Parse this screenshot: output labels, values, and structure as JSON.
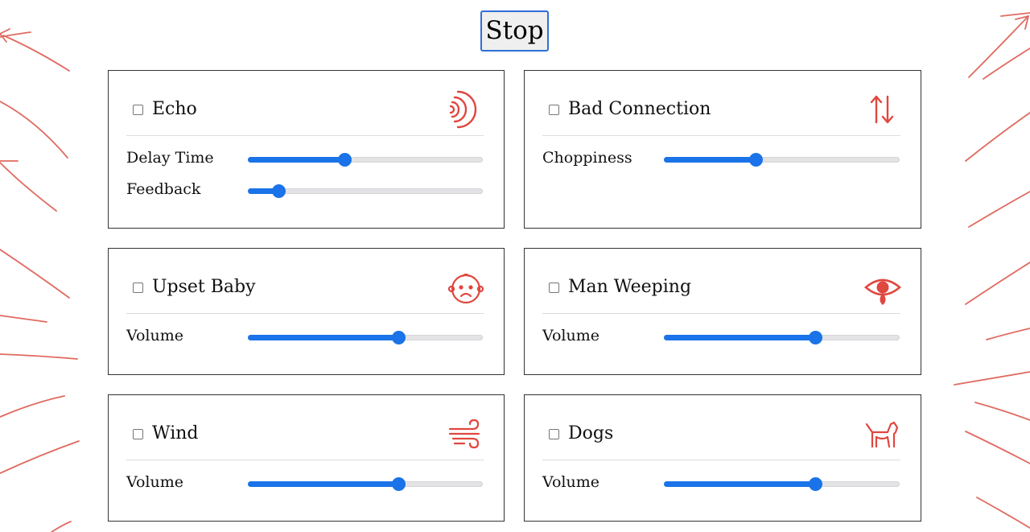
{
  "stop_button": {
    "label": "Stop"
  },
  "colors": {
    "accent": "#1a73e8",
    "icon": "#e0473f",
    "doodle": "#e06a60"
  },
  "cards": [
    {
      "title": "Echo",
      "icon": "echo-waves-icon",
      "checked": false,
      "controls": [
        {
          "label": "Delay Time",
          "value": 0.41
        },
        {
          "label": "Feedback",
          "value": 0.13
        }
      ]
    },
    {
      "title": "Bad Connection",
      "icon": "up-down-arrows-icon",
      "checked": false,
      "controls": [
        {
          "label": "Choppiness",
          "value": 0.39
        }
      ]
    },
    {
      "title": "Upset Baby",
      "icon": "baby-face-icon",
      "checked": false,
      "controls": [
        {
          "label": "Volume",
          "value": 0.64
        }
      ]
    },
    {
      "title": "Man Weeping",
      "icon": "weeping-eye-icon",
      "checked": false,
      "controls": [
        {
          "label": "Volume",
          "value": 0.64
        }
      ]
    },
    {
      "title": "Wind",
      "icon": "wind-icon",
      "checked": false,
      "controls": [
        {
          "label": "Volume",
          "value": 0.64
        }
      ]
    },
    {
      "title": "Dogs",
      "icon": "dog-icon",
      "checked": false,
      "controls": [
        {
          "label": "Volume",
          "value": 0.64
        }
      ]
    }
  ]
}
